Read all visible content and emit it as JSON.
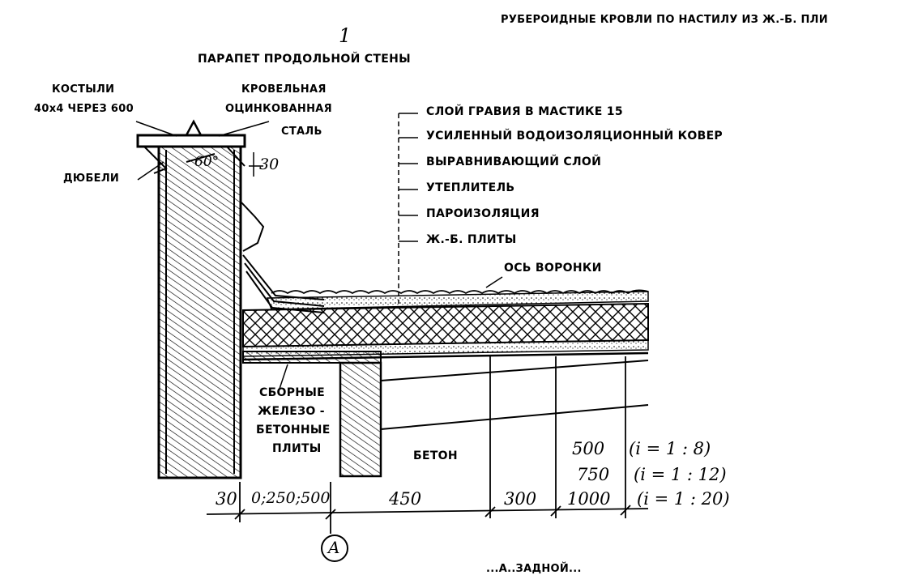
{
  "header": {
    "title": "РУБЕРОИДНЫЕ КРОВЛИ ПО НАСТИЛУ  ИЗ Ж.-Б. ПЛИ",
    "sheet_number": "1",
    "subtitle": "ПАРАПЕТ ПРОДОЛЬНОЙ СТЕНЫ",
    "bottom_caption": "...А..ЗАДНОЙ..."
  },
  "labels": {
    "kostyli": "КОСТЫЛИ",
    "kostyli_spec": "40x4 ЧЕРЕЗ 600",
    "steel_1": "КРОВЕЛЬНАЯ",
    "steel_2": "ОЦИНКОВАННАЯ",
    "steel_3": "СТАЛЬ",
    "dubeli": "ДЮБЕЛИ",
    "angle": "60°",
    "dim_30_top": "30",
    "voronka": "ОСЬ ВОРОНКИ",
    "slabs_1": "СБОРНЫЕ",
    "slabs_2": "ЖЕЛЕЗО -",
    "slabs_3": "БЕТОННЫЕ",
    "slabs_4": "ПЛИТЫ",
    "beton": "БЕТОН",
    "axis": "A"
  },
  "layers": [
    "СЛОЙ ГРАВИЯ В МАСТИКЕ 15",
    "УСИЛЕННЫЙ ВОДОИЗОЛЯЦИОННЫЙ КОВЕР",
    "ВЫРАВНИВАЮЩИЙ СЛОЙ",
    "УТЕПЛИТЕЛЬ",
    "ПАРОИЗОЛЯЦИЯ",
    "Ж.-Б. ПЛИТЫ"
  ],
  "dimensions": {
    "d30": "30",
    "d_var": "0;250;500",
    "d450": "450",
    "d300": "300",
    "d_col1": [
      "500",
      "750",
      "1000"
    ],
    "slopes": [
      "(i = 1 : 8)",
      "(i = 1 : 12)",
      "(i = 1 : 20)"
    ]
  }
}
